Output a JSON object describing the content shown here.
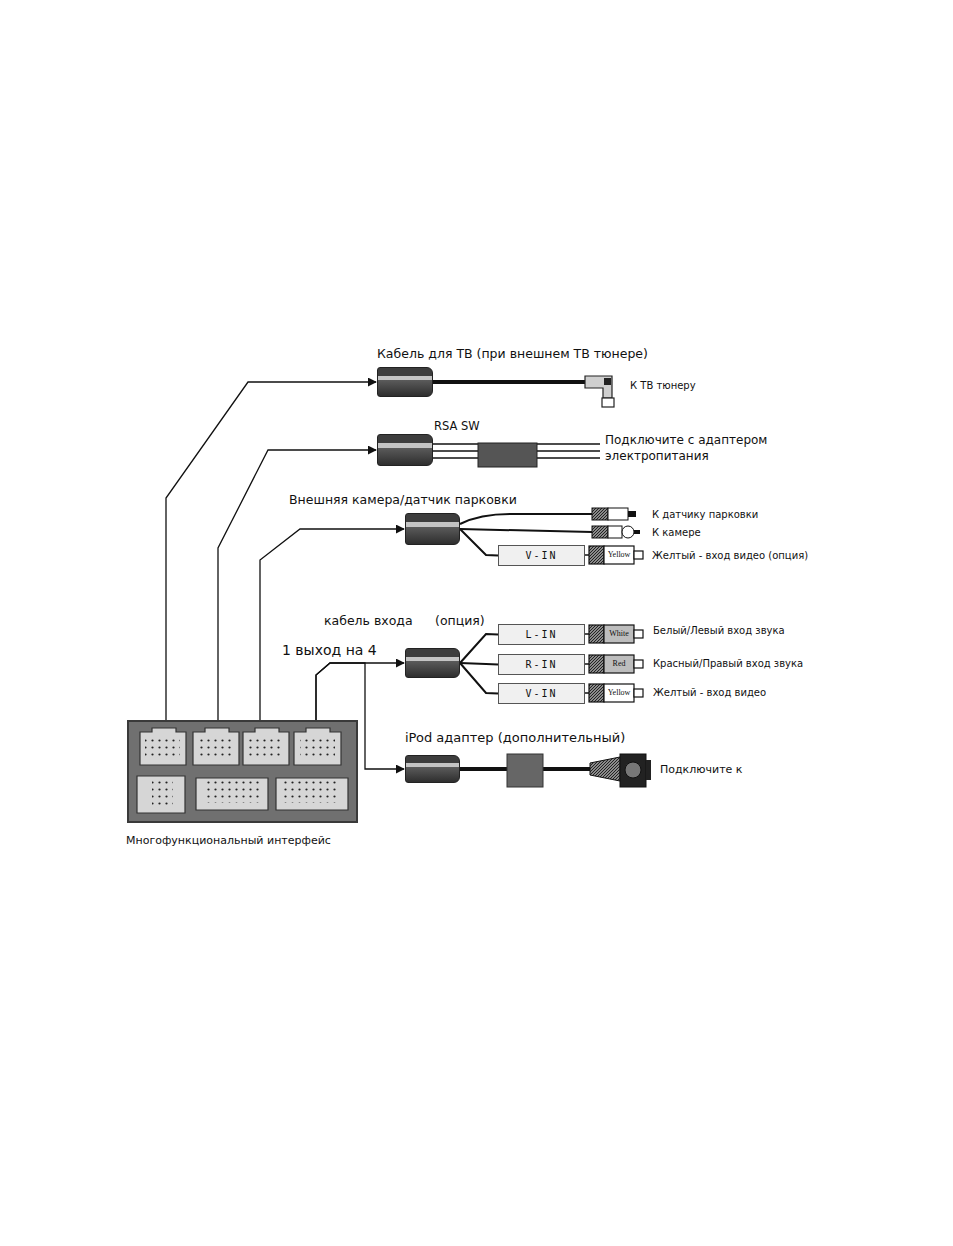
{
  "diagram": {
    "nodes": [
      {
        "text": [
          "Многофункциональный интерфейс"
        ]
      },
      {
        "text": [
          "Кабель для ТВ (при внешнем ТВ тюнере)"
        ]
      },
      {
        "text": [
          "RSA  SW"
        ]
      },
      {
        "text": [
          "Внешняя камера/датчик парковки"
        ]
      },
      {
        "text": [
          "кабель входа",
          "(опция)"
        ]
      },
      {
        "text": [
          "iPod адаптер (дополнительный)"
        ]
      },
      {
        "text": [
          "V-IN"
        ]
      },
      {
        "text": [
          "L-IN"
        ]
      },
      {
        "text": [
          "R-IN"
        ]
      },
      {
        "text": [
          "V-IN"
        ]
      }
    ],
    "edges": [
      {
        "from": 0,
        "to": 1,
        "arrow": "to"
      },
      {
        "from": 0,
        "to": 2,
        "arrow": "to"
      },
      {
        "from": 0,
        "to": 3,
        "arrow": "to"
      },
      {
        "from": 0,
        "to": 4,
        "arrow": "to"
      },
      {
        "from": 0,
        "to": 5,
        "arrow": "to"
      },
      {
        "from": 3,
        "to": 6,
        "arrow": "none"
      },
      {
        "from": 4,
        "to": 7,
        "arrow": "none"
      },
      {
        "from": 4,
        "to": 8,
        "arrow": "none"
      },
      {
        "from": 4,
        "to": 9,
        "arrow": "none"
      }
    ],
    "labels": [
      "К ТВ тюнеру",
      "Подключите с адаптером электропитания",
      "К датчику парковки",
      "К камере",
      "Yellow",
      "Желтый - вход видео (опция)",
      "1 выход на 4",
      "White",
      "Белый/Левый вход звука",
      "Red",
      "Красный/Правый вход звука",
      "Yellow",
      "Желтый - вход видео",
      "Подключите к"
    ]
  }
}
